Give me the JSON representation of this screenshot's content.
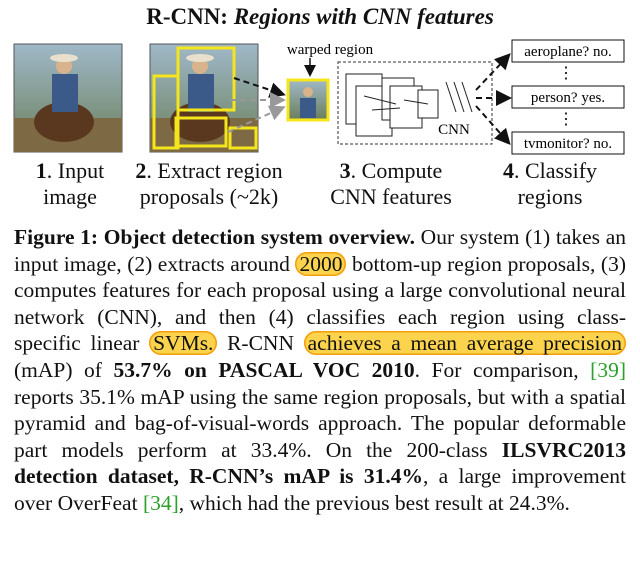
{
  "title": {
    "prefix": "R-CNN:",
    "suffix": "Regions with CNN features"
  },
  "figure": {
    "warped_label": "warped region",
    "cnn_label": "CNN",
    "outputs": [
      "aeroplane? no.",
      "person? yes.",
      "tvmonitor? no."
    ],
    "ellipsis": "⋮",
    "steps": [
      {
        "num": "1",
        "text_a": ". Input",
        "text_b": "image"
      },
      {
        "num": "2",
        "text_a": ". Extract region",
        "text_b": "proposals (~2k)"
      },
      {
        "num": "3",
        "text_a": ". Compute",
        "text_b": "CNN features"
      },
      {
        "num": "4",
        "text_a": ". Classify",
        "text_b": "regions"
      }
    ]
  },
  "caption": {
    "label": "Figure 1: Object detection system overview.",
    "t1": " Our system (1) takes an input image, (2) extracts around ",
    "h1": "2000",
    "t2": " bottom-up region proposals, (3) computes features for each proposal using a large convolutional neural network (CNN), and then (4) classifies each region using class-specific linear ",
    "h2": "SVMs.",
    "t3": " R-CNN ",
    "h3": "achieves a mean average precision",
    "t4": " (mAP) of ",
    "b1": "53.7% on PASCAL VOC 2010",
    "t5": ". For comparison, ",
    "ref1": "[39]",
    "t6": " reports 35.1% mAP using the same region proposals, but with a spatial pyramid and bag-of-visual-words approach. The popular deformable part models perform at 33.4%. On the 200-class ",
    "b2": "ILSVRC2013 detection dataset, R-CNN’s mAP is 31.4%",
    "t7": ", a large improvement over OverFeat ",
    "ref2": "[34]",
    "t8": ", which had the previous best result at 24.3%."
  },
  "colors": {
    "highlight": "#fcd34d",
    "proposal_box": "#f5e51b",
    "ref": "#2ca02c"
  }
}
